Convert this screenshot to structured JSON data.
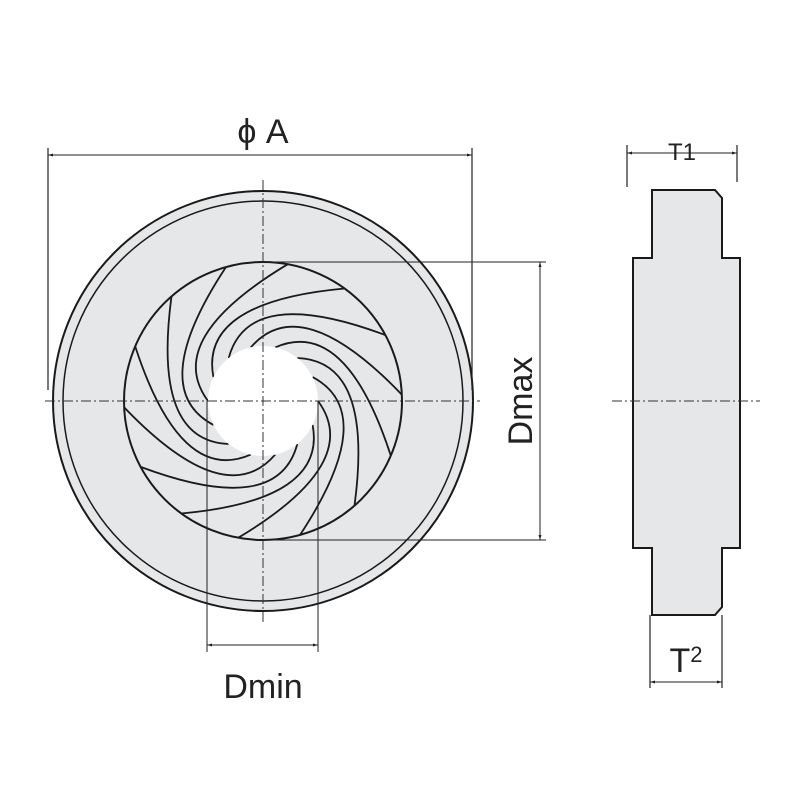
{
  "labels": {
    "diameter_a": "ϕ A",
    "dmax": "Dmax",
    "dmin": "Dmin",
    "t1": "T1",
    "t2_base": "T",
    "t2_sub": "2"
  },
  "colors": {
    "fill": "#e6e7e9",
    "stroke": "#1a1a1a",
    "aperture": "#ffffff"
  },
  "blade_count": 14
}
